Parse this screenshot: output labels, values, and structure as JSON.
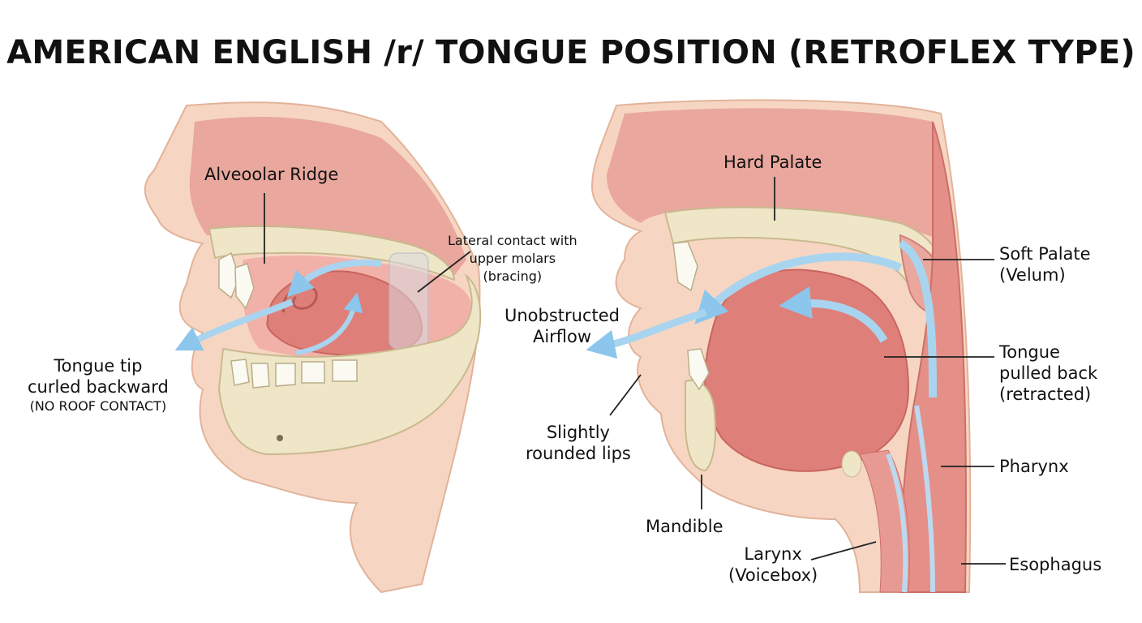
{
  "title": "AMERICAN ENGLISH /r/ TONGUE POSITION (RETROFLEX TYPE)",
  "left_panel": {
    "alveolar_ridge": "Alveoolar Ridge",
    "lateral_contact": [
      "Lateral contact with",
      "upper molars",
      "(bracing)"
    ],
    "tongue_tip": [
      "Tongue tip",
      "curled backward",
      "(NO ROOF CONTACT)"
    ]
  },
  "middle": {
    "airflow": [
      "Unobstructed",
      "Airflow"
    ]
  },
  "right_panel": {
    "hard_palate": "Hard Palate",
    "soft_palate": [
      "Soft Palate",
      "(Velum)"
    ],
    "tongue_back": [
      "Tongue",
      "pulled back",
      "(retracted)"
    ],
    "lips": [
      "Slightly",
      "rounded lips"
    ],
    "mandible": "Mandible",
    "pharynx": "Pharynx",
    "larynx": [
      "Larynx",
      "(Voicebox)"
    ],
    "esophagus": "Esophagus"
  },
  "colors": {
    "skin": "#f6d6c2",
    "tissue": "#e89c93",
    "tongue": "#e07f7a",
    "bone": "#efe6c8",
    "airflow": "#a9d4ef"
  }
}
